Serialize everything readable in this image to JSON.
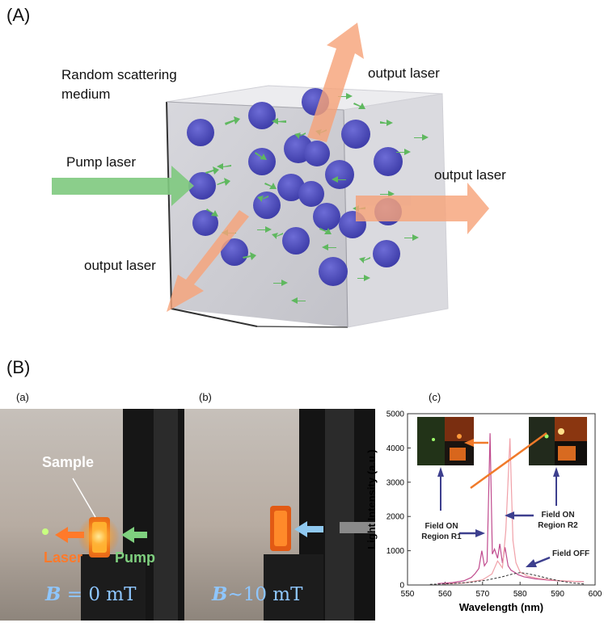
{
  "panel_a": {
    "label": "(A)",
    "medium_label_line1": "Random scattering",
    "medium_label_line2": "medium",
    "pump_label": "Pump laser",
    "output_top": "output laser",
    "output_right": "output laser",
    "output_left": "output laser"
  },
  "panel_b": {
    "label": "(B)",
    "sub_a": "(a)",
    "sub_b": "(b)",
    "sub_c": "(c)",
    "photo_a": {
      "sample": "Sample",
      "laser": "Laser",
      "pump": "Pump",
      "field_var": "B",
      "field_value": " = 0 mT"
    },
    "photo_b": {
      "field_var": "B",
      "field_value": "~10 mT"
    }
  },
  "chart_data": {
    "type": "line",
    "xlabel": "Wavelength (nm)",
    "ylabel": "Light Intensity (a.u.)",
    "xlim": [
      550,
      600
    ],
    "ylim": [
      0,
      5000
    ],
    "xticks": [
      550,
      560,
      570,
      580,
      590,
      600
    ],
    "yticks": [
      0,
      1000,
      2000,
      3000,
      4000,
      5000
    ],
    "annotations": [
      {
        "text_line1": "Field ON",
        "text_line2": "Region R1"
      },
      {
        "text_line1": "Field ON",
        "text_line2": "Region R2"
      },
      {
        "text_line1": "Field OFF",
        "text_line2": ""
      }
    ],
    "series": [
      {
        "color": "#c04b8e",
        "x": [
          558,
          562,
          565,
          567,
          568,
          569,
          569.8,
          570.5,
          571.2,
          572,
          572.6,
          573.2,
          574,
          574.6,
          575.3,
          576,
          576.8,
          577.6,
          578.4,
          579.5,
          581,
          584,
          588,
          592,
          597
        ],
        "y": [
          40,
          70,
          120,
          220,
          330,
          480,
          1000,
          560,
          680,
          4430,
          900,
          1050,
          780,
          1200,
          640,
          1100,
          560,
          430,
          380,
          300,
          240,
          180,
          140,
          110,
          100
        ]
      },
      {
        "color": "#f0a0a8",
        "x": [
          560,
          565,
          570,
          572.5,
          574,
          575.3,
          576.2,
          577.3,
          578.1,
          578.9,
          580,
          582,
          585,
          590,
          597
        ],
        "y": [
          30,
          60,
          150,
          320,
          700,
          500,
          1600,
          4280,
          1300,
          650,
          380,
          260,
          190,
          130,
          90
        ]
      },
      {
        "color": "#333333",
        "x": [
          556,
          562,
          567,
          571,
          575,
          578,
          580,
          582,
          585,
          588,
          591,
          594,
          597
        ],
        "y": [
          20,
          40,
          80,
          140,
          230,
          320,
          360,
          330,
          260,
          180,
          110,
          60,
          30
        ]
      }
    ]
  }
}
